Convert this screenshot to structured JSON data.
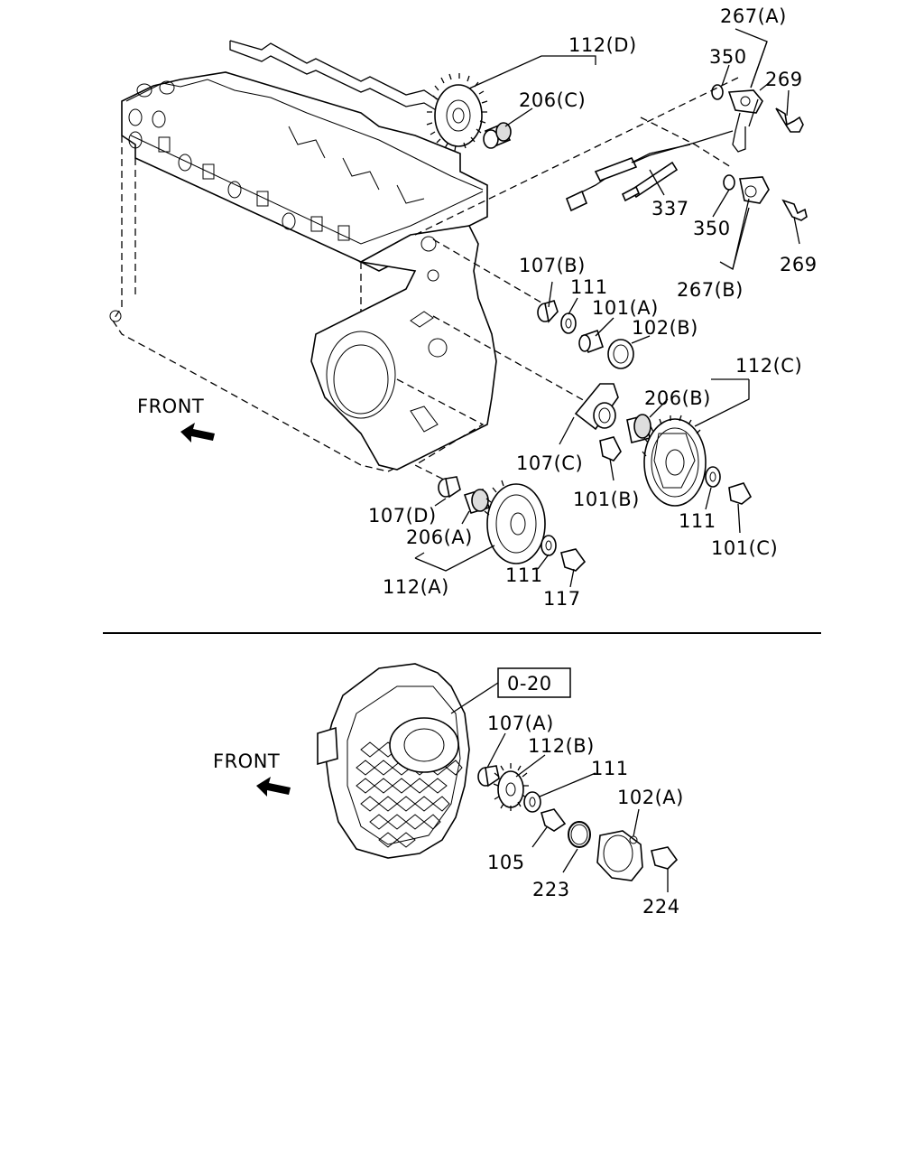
{
  "diagram": {
    "front_labels": [
      "FRONT",
      "FRONT"
    ],
    "ref_box": "0-20",
    "labels": {
      "l267A": "267(A)",
      "l350a": "350",
      "l269a": "269",
      "l112D": "112(D)",
      "l206C": "206(C)",
      "l337": "337",
      "l350b": "350",
      "l269b": "269",
      "l267B": "267(B)",
      "l107B": "107(B)",
      "l111a": "111",
      "l101A": "101(A)",
      "l102B": "102(B)",
      "l112C": "112(C)",
      "l206B": "206(B)",
      "l107C": "107(C)",
      "l101B": "101(B)",
      "l111b": "111",
      "l101C": "101(C)",
      "l107D": "107(D)",
      "l206A": "206(A)",
      "l112A": "112(A)",
      "l111c": "111",
      "l117": "117",
      "l107A": "107(A)",
      "l112B": "112(B)",
      "l111d": "111",
      "l102A": "102(A)",
      "l105": "105",
      "l223": "223",
      "l224": "224"
    }
  }
}
